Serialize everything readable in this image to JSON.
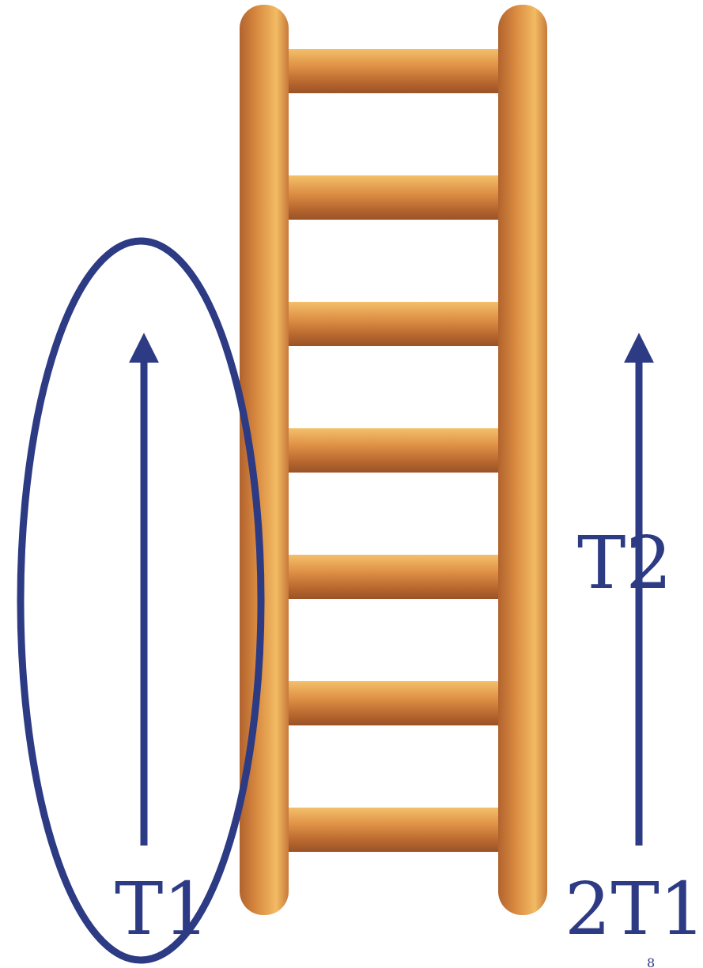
{
  "diagram": {
    "labels": {
      "left_bottom": "T1",
      "right_middle": "T2",
      "right_bottom": "2T1",
      "page_number": "8"
    },
    "ladder": {
      "rungs": 7
    },
    "colors": {
      "accent": "#2d3a84",
      "wood_light": "#f1b860",
      "wood_mid": "#d98a40",
      "wood_dark": "#a65a2a"
    }
  }
}
